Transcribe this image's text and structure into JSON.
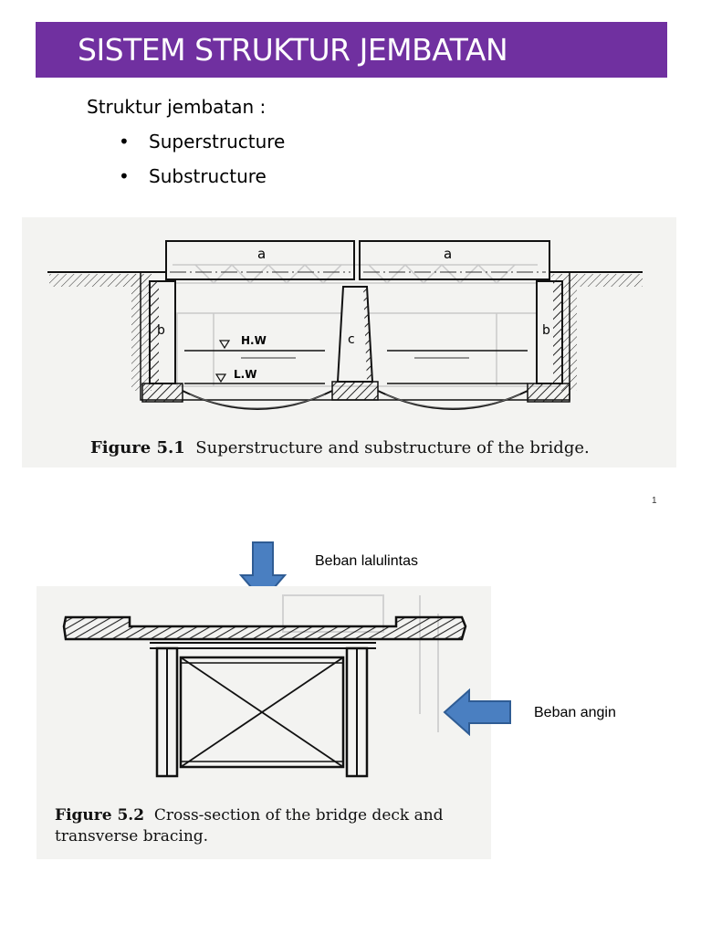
{
  "title": "SISTEM STRUKTUR JEMBATAN",
  "intro": "Struktur jembatan :",
  "bullets": [
    "Superstructure",
    "Substructure"
  ],
  "bullet_glyph": "•",
  "figure1": {
    "caption_number": "Figure 5.1",
    "caption_text": "Superstructure and substructure of the bridge.",
    "labels": {
      "deck_left": "a",
      "deck_right": "a",
      "abutment_left": "b",
      "abutment_right": "b",
      "pier": "c",
      "high_water": "H.W",
      "low_water": "L.W"
    }
  },
  "page_number": "1",
  "figure2": {
    "caption_number": "Figure 5.2",
    "caption_line1": "Cross-section of the bridge deck and",
    "caption_line2": "transverse bracing."
  },
  "load_labels": {
    "traffic": "Beban lalulintas",
    "wind": "Beban angin"
  },
  "colors": {
    "title_bar": "#7030a0",
    "arrow_fill": "#4a7fc1",
    "arrow_stroke": "#2f5c94"
  }
}
